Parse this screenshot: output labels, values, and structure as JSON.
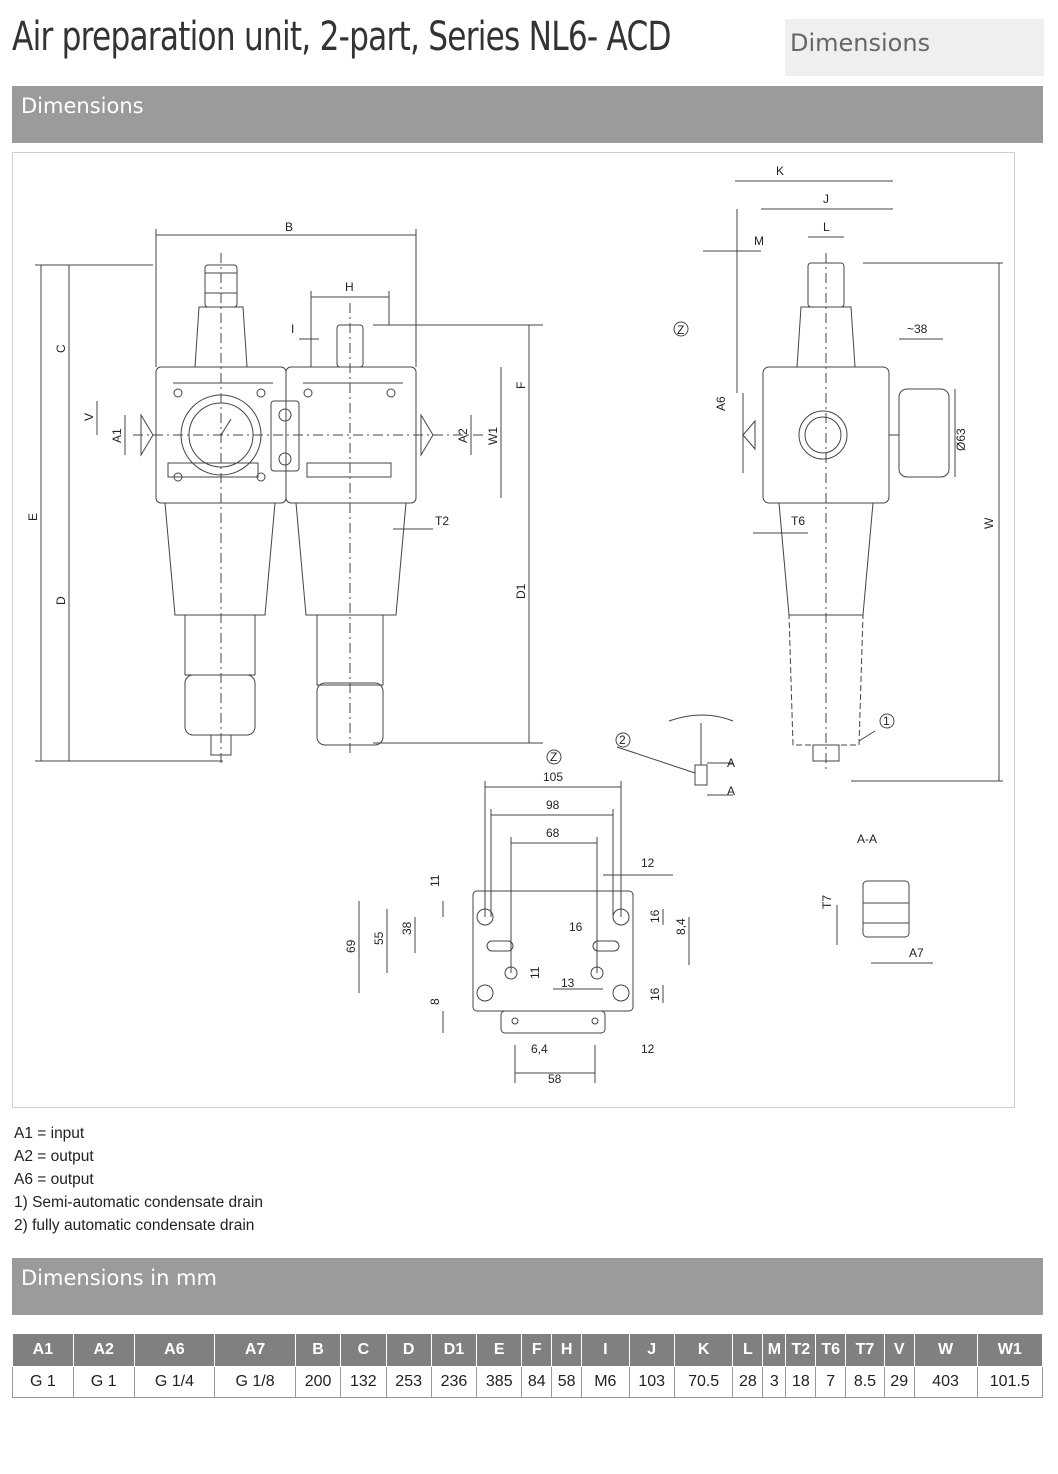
{
  "header": {
    "title": "Air preparation unit, 2-part, Series NL6- ACD",
    "tag": "Dimensions"
  },
  "sections": {
    "dimensions": "Dimensions",
    "dimensions_mm": "Dimensions in mm"
  },
  "drawing_labels": {
    "B": "B",
    "H": "H",
    "I": "I",
    "C": "C",
    "V": "V",
    "A1": "A1",
    "A2": "A2",
    "W1": "W1",
    "F": "F",
    "E": "E",
    "D": "D",
    "D1": "D1",
    "T2": "T2",
    "K": "K",
    "J": "J",
    "L": "L",
    "M": "M",
    "Z": "Z",
    "A6": "A6",
    "m38": "~38",
    "d63": "Ø63",
    "T6": "T6",
    "W": "W",
    "c1": "1",
    "c2": "2",
    "A": "A",
    "AA": "A-A",
    "T7": "T7",
    "A7": "A7",
    "n105": "105",
    "n98": "98",
    "n68": "68",
    "n12a": "12",
    "n11a": "11",
    "n16a": "16",
    "n84": "8,4",
    "n16b": "16",
    "n38": "38",
    "n55": "55",
    "n69": "69",
    "n11b": "11",
    "n13": "13",
    "n16c": "16",
    "n8": "8",
    "n64": "6,4",
    "n12b": "12",
    "n58": "58"
  },
  "notes": [
    "A1 = input",
    "A2 = output",
    "A6 = output",
    "1) Semi-automatic condensate drain",
    "2) fully automatic condensate drain"
  ],
  "table": {
    "headers": [
      "A1",
      "A2",
      "A6",
      "A7",
      "B",
      "C",
      "D",
      "D1",
      "E",
      "F",
      "H",
      "I",
      "J",
      "K",
      "L",
      "M",
      "T2",
      "T6",
      "T7",
      "V",
      "W",
      "W1"
    ],
    "values": [
      "G 1",
      "G 1",
      "G 1/4",
      "G 1/8",
      "200",
      "132",
      "253",
      "236",
      "385",
      "84",
      "58",
      "M6",
      "103",
      "70.5",
      "28",
      "3",
      "18",
      "7",
      "8.5",
      "29",
      "403",
      "101.5"
    ]
  }
}
